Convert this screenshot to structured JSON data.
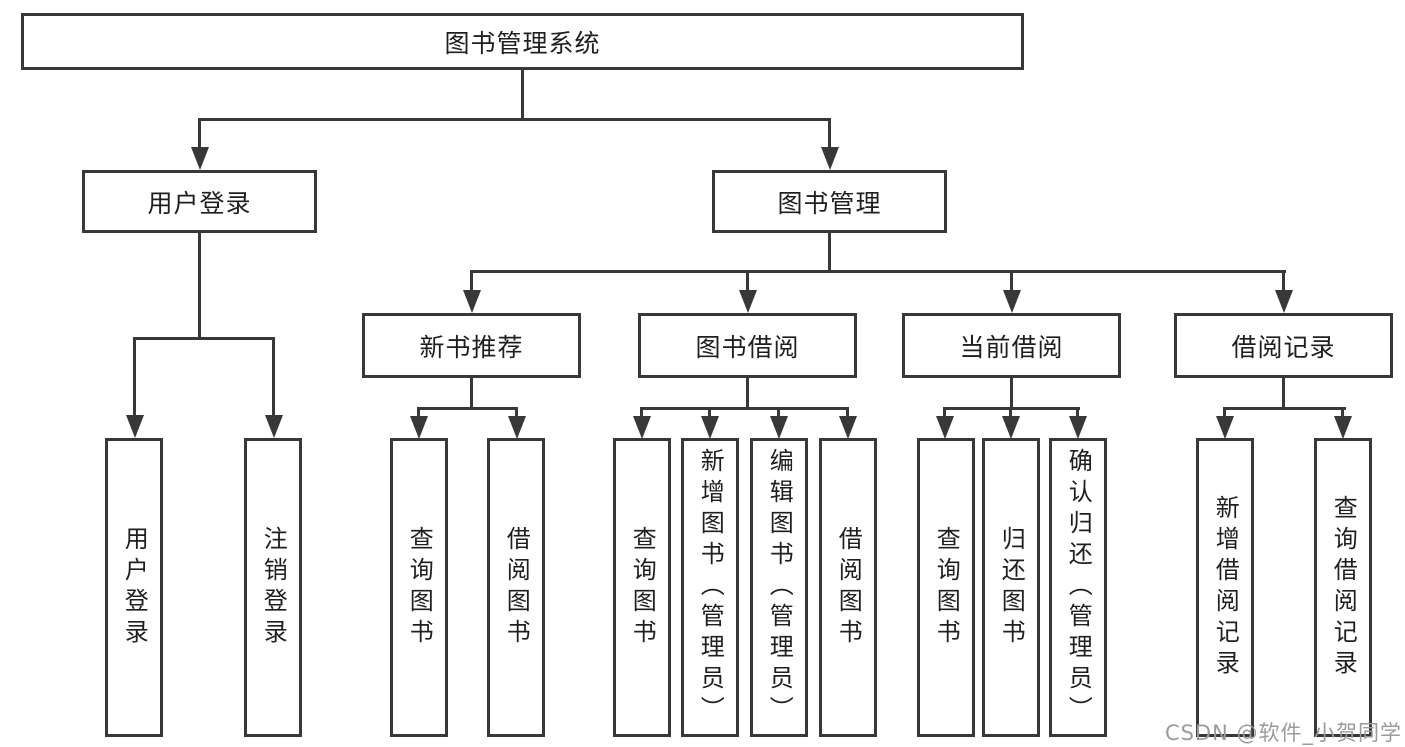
{
  "diagram": {
    "root": {
      "label": "图书管理系统"
    },
    "branches": [
      {
        "label": "用户登录",
        "children": [
          {
            "label": "用户登录"
          },
          {
            "label": "注销登录"
          }
        ]
      },
      {
        "label": "图书管理",
        "children": [
          {
            "label": "新书推荐",
            "children": [
              {
                "label": "查询图书"
              },
              {
                "label": "借阅图书"
              }
            ]
          },
          {
            "label": "图书借阅",
            "children": [
              {
                "label": "查询图书"
              },
              {
                "label": "新增图书（管理员）"
              },
              {
                "label": "编辑图书（管理员）"
              },
              {
                "label": "借阅图书"
              }
            ]
          },
          {
            "label": "当前借阅",
            "children": [
              {
                "label": "查询图书"
              },
              {
                "label": "归还图书"
              },
              {
                "label": "确认归还（管理员）"
              }
            ]
          },
          {
            "label": "借阅记录",
            "children": [
              {
                "label": "新增借阅记录"
              },
              {
                "label": "查询借阅记录"
              }
            ]
          }
        ]
      }
    ]
  },
  "watermark": {
    "text": "CSDN @软件_小贺同学"
  },
  "colors": {
    "line": "#383838",
    "box_border": "#383838",
    "text": "#1f1f1f",
    "watermark": "#9b9b9b",
    "background": "#ffffff"
  }
}
